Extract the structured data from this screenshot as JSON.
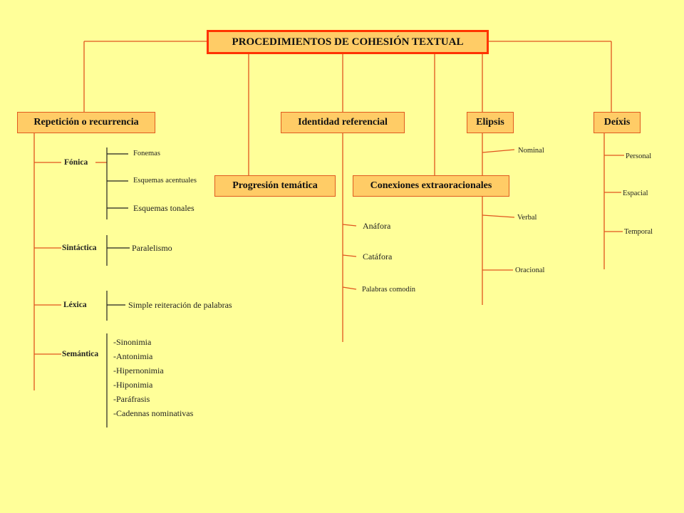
{
  "title": "PROCEDIMIENTOS DE COHESIÓN TEXTUAL",
  "categories": {
    "repeticion": "Repetición o recurrencia",
    "identidad": "Identidad referencial",
    "elipsis": "Elipsis",
    "deixis": "Deíxis",
    "progresion": "Progresión temática",
    "conexiones": "Conexiones extraoracionales"
  },
  "repeticion": {
    "fonica": {
      "label": "Fónica",
      "items": [
        "Fonemas",
        "Esquemas acentuales",
        "Esquemas tonales"
      ]
    },
    "sintactica": {
      "label": "Sintáctica",
      "items": [
        "Paralelismo"
      ]
    },
    "lexica": {
      "label": "Léxica",
      "items": [
        "Simple reiteración de palabras"
      ]
    },
    "semantica": {
      "label": "Semántica",
      "items": [
        "-Sinonimia",
        "-Antonimia",
        "-Hipernonimia",
        "-Hiponimia",
        "-Paráfrasis",
        "-Cadennas nominativas"
      ]
    }
  },
  "identidad": {
    "items": [
      "Anáfora",
      "Catáfora",
      "Palabras comodín"
    ]
  },
  "elipsis": {
    "items": [
      "Nominal",
      "Verbal",
      "Oracional"
    ]
  },
  "deixis": {
    "items": [
      "Personal",
      "Espacial",
      "Temporal"
    ]
  }
}
